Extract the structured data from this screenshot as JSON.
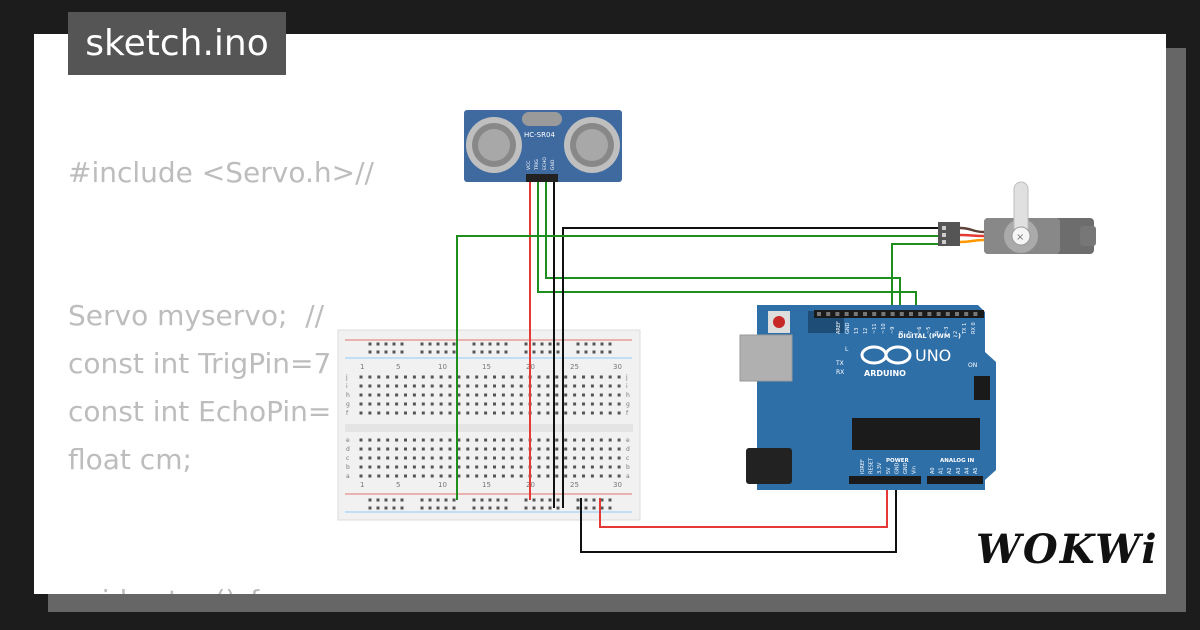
{
  "file_title": "sketch.ino",
  "code_lines": [
    "#include <Servo.h>//",
    "Servo myservo;  //",
    "const int TrigPin=7",
    "const int EchoPin=",
    "float cm;",
    "void setup() {"
  ],
  "sensor": {
    "label": "HC-SR04",
    "pins": [
      "VCC",
      "TRIG",
      "ECHO",
      "GND"
    ]
  },
  "arduino": {
    "model": "UNO",
    "brand": "ARDUINO",
    "digital_label": "DIGITAL (PWM ~)",
    "power_label": "POWER",
    "analog_label": "ANALOG IN",
    "on_label": "ON",
    "led_labels": [
      "L",
      "TX",
      "RX"
    ],
    "header_labels": [
      "AREF",
      "GND",
      "13",
      "12",
      "~11",
      "~10",
      "~9",
      "8",
      "7",
      "~6",
      "~5",
      "4",
      "~3",
      "2",
      "TX 1",
      "RX 0"
    ],
    "power_pins": [
      "IOREF",
      "RESET",
      "3.3V",
      "5V",
      "GND",
      "GND",
      "Vin"
    ],
    "analog_pins": [
      "A0",
      "A1",
      "A2",
      "A3",
      "A4",
      "A5"
    ]
  },
  "breadboard": {
    "column_numbers": [
      "1",
      "5",
      "10",
      "15",
      "20",
      "25",
      "30"
    ],
    "row_letters_top": [
      "j",
      "i",
      "h",
      "g",
      "f"
    ],
    "row_letters_bottom": [
      "e",
      "d",
      "c",
      "b",
      "a"
    ]
  },
  "logo_text": "WOKWi",
  "colors": {
    "wire_red": "#e53935",
    "wire_green": "#1e8e1e",
    "wire_black": "#111111",
    "board": "#2f6fa8",
    "sensor": "#3f6aa0"
  }
}
